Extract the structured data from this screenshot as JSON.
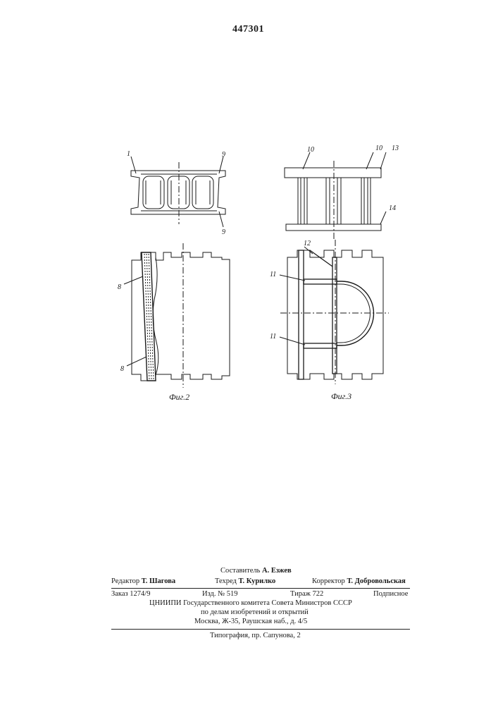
{
  "patent_number": "447301",
  "figure2": {
    "caption": "Фиг.2",
    "callouts": {
      "c1": "1",
      "c9a": "9",
      "c9b": "9",
      "c8a": "8",
      "c8b": "8"
    }
  },
  "figure3": {
    "caption": "Фиг.3",
    "callouts": {
      "c10a": "10",
      "c10b": "10",
      "c13": "13",
      "c14": "14",
      "c12": "12",
      "c11a": "11",
      "c11b": "11"
    }
  },
  "imprint": {
    "compiler_label": "Составитель",
    "compiler_name": "А. Езжев",
    "editor_label": "Редактор",
    "editor_name": "Т. Шагова",
    "techeditor_label": "Техред",
    "techeditor_name": "Т. Курилко",
    "corrector_label": "Корректор",
    "corrector_name": "Т. Добровольская",
    "order": "Заказ 1274/9",
    "edition": "Изд. № 519",
    "print_run": "Тираж 722",
    "subscription": "Подписное",
    "institute_line1": "ЦНИИПИ Государственного комитета Совета Министров СССР",
    "institute_line2": "по делам изобретений и открытий",
    "institute_line3": "Москва, Ж-35, Раушская наб., д. 4/5",
    "printing_house": "Типография, пр. Сапунова, 2"
  }
}
